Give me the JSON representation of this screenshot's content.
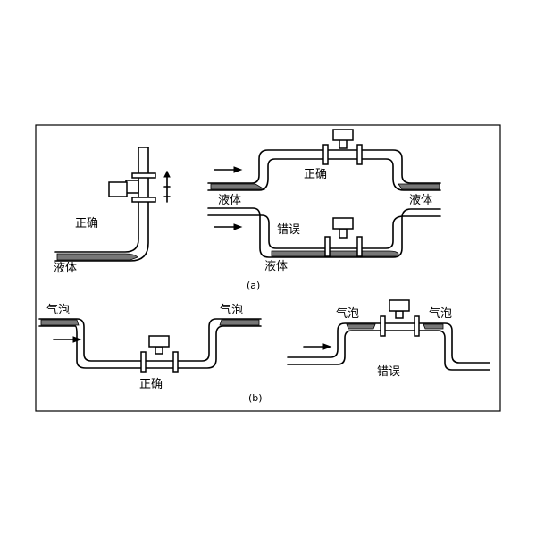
{
  "labels": {
    "correct": "正确",
    "wrong": "错误",
    "liquid": "液体",
    "bubble": "气泡"
  },
  "captions": {
    "a": "(a)",
    "b": "(b)"
  }
}
